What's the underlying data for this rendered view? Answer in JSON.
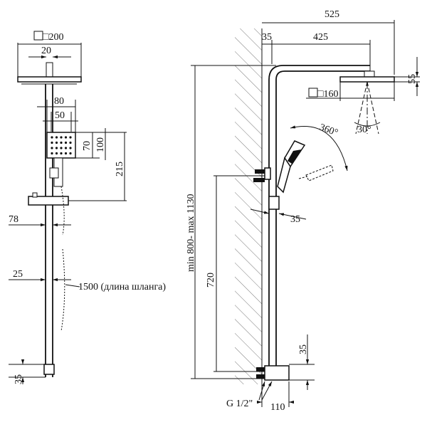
{
  "front_view": {
    "head_size": "□200",
    "arm_width": "20",
    "hand_shower_width": "80",
    "hand_shower_inner": "50",
    "hand_shower_face": "70",
    "hand_shower_height": "100",
    "holder_span": "215",
    "bracket_depth": "78",
    "rail_width": "25",
    "hose_note": "1500 (длина шланга)",
    "bottom_gap": "35"
  },
  "side_view": {
    "total_reach": "525",
    "wall_offset": "35",
    "arm_length": "425",
    "head_thickness": "55",
    "head_size": "□160",
    "spray_angle": "30°",
    "rotation": "360°",
    "hand_offset": "35",
    "height_range": "min 800- max 1130",
    "mixer_to_hand": "720",
    "mixer_height": "35",
    "connection": "G 1/2\"",
    "mixer_depth": "110"
  }
}
